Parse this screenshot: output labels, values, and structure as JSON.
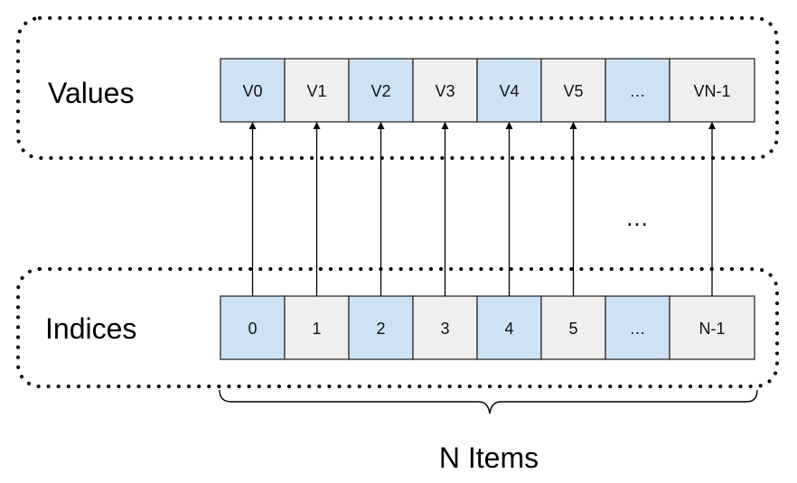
{
  "colors": {
    "highlight": "#cfe2f3",
    "plain": "#efefef",
    "border": "#3a3a3a"
  },
  "values_row": {
    "label": "Values",
    "cells": [
      "V0",
      "V1",
      "V2",
      "V3",
      "V4",
      "V5",
      "…",
      "VN-1"
    ]
  },
  "indices_row": {
    "label": "Indices",
    "cells": [
      "0",
      "1",
      "2",
      "3",
      "4",
      "5",
      "…",
      "N-1"
    ]
  },
  "highlighted_cells": [
    true,
    false,
    true,
    false,
    true,
    false,
    true,
    false
  ],
  "arrow_gap_text": "…",
  "brace_label": "N Items"
}
